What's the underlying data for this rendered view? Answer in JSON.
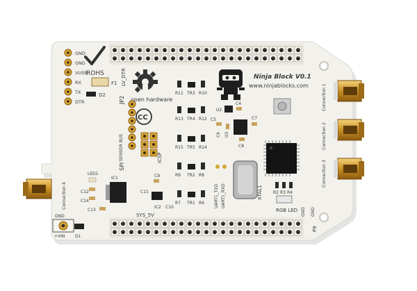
{
  "board": {
    "name": "Ninja Block V0.1",
    "url": "www.ninjablocks.com",
    "rohs": "ROHS",
    "open_hardware": "open hardware",
    "colors": {
      "pcb": "#f2f1ec",
      "silk": "#3a3a3a",
      "gold": "#d6a637",
      "chip": "#1c1c1c",
      "shadow": "#e7e7e5"
    }
  },
  "pins_left": [
    "GND",
    "GND",
    "VUSB",
    "RX",
    "TX",
    "DTR"
  ],
  "labels": {
    "lv_dtr": "LV_DTR",
    "f1": "F1",
    "d2": "D2",
    "jp2": "JP2",
    "spi": "SPI",
    "icsp": "ICSP",
    "sensor_bus": "SENSOR BUS",
    "r11": "R11",
    "tr3": "TR3",
    "r10": "R10",
    "r13": "R13",
    "tr4": "TR4",
    "r12": "R12",
    "r15": "R15",
    "tr5": "TR5",
    "r14": "R14",
    "r9": "R9",
    "tr2": "TR2",
    "r8": "R8",
    "r7": "R7",
    "tr1": "TR1",
    "r6": "R6",
    "u2": "U2",
    "c4": "C4",
    "c5": "C5",
    "u3": "U3",
    "c6": "C6",
    "c7": "C7",
    "c8": "C8",
    "xtal1": "XTAL1",
    "uart1_txd": "UART1_TXD",
    "uart1_rxd": "UART1_RXD",
    "r2": "R2",
    "r3": "R3",
    "r4": "R4",
    "rgb_led": "RGB LED",
    "gnd": "GND",
    "p9": "P9",
    "ic1": "IC1",
    "ic2": "IC2",
    "c9": "C9",
    "c10": "C10",
    "c11": "C11",
    "c12": "C12",
    "c13": "C13",
    "c14": "C14",
    "sys_5v": "SYS_5V",
    "led1": "LED1",
    "d1": "D1",
    "vin": "+VIN",
    "connection_1": "Connection 1",
    "connection_2": "Connection 2",
    "connection_3": "Connection 3",
    "connection_4": "Connection 4"
  }
}
